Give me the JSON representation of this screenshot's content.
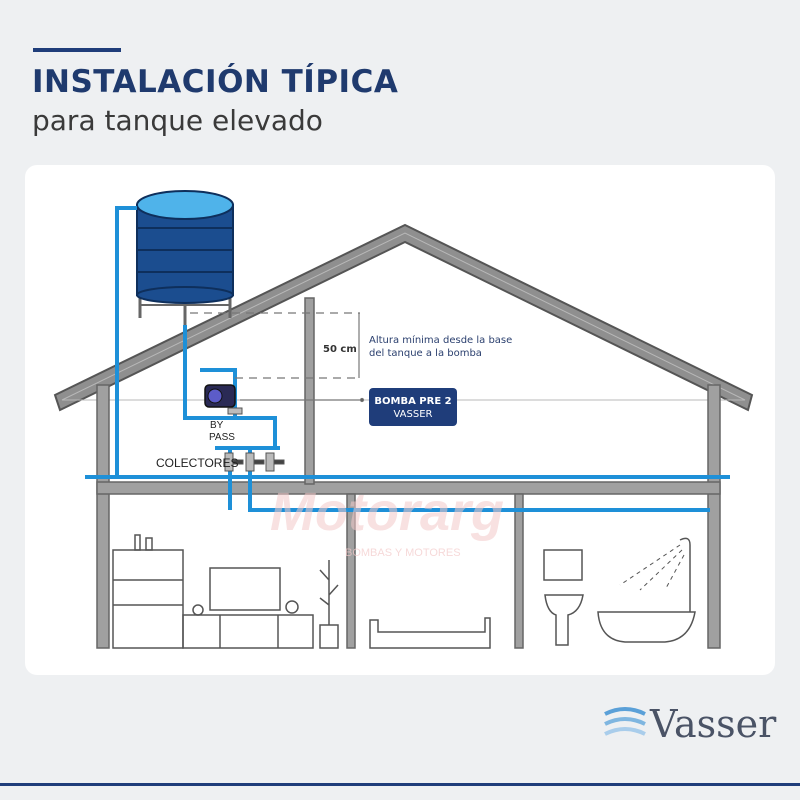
{
  "header": {
    "title": "INSTALACIÓN TÍPICA",
    "subtitle": "para tanque elevado"
  },
  "diagram": {
    "height_label": "50 cm",
    "height_note_line1": "Altura mínima desde la base",
    "height_note_line2": "del tanque a la bomba",
    "pump_label_line1": "BOMBA PRE 2",
    "pump_label_line2": "VASSER",
    "bypass_line1": "BY",
    "bypass_line2": "PASS",
    "collectors_label": "COLECTORES"
  },
  "watermark": {
    "line1": "Motorarg",
    "line2": "BOMBAS Y MOTORES"
  },
  "brand": {
    "name": "Vasser"
  },
  "colors": {
    "accent": "#1f3d7a",
    "pipe": "#1e90d8",
    "tank": "#1b4d8f",
    "wall": "#9a9a9a"
  }
}
